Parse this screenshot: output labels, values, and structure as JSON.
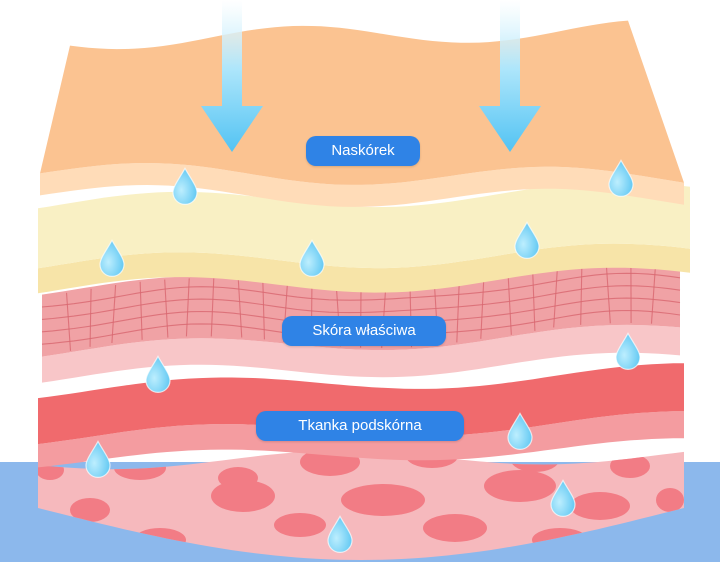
{
  "labels": {
    "epidermis": "Naskórek",
    "dermis": "Skóra właściwa",
    "subcutis": "Tkanka podskórna"
  },
  "icons": {
    "arrow": "down-arrow-icon",
    "drop": "water-drop-icon"
  },
  "colors": {
    "epidermis_top": "#fbc391",
    "epidermis_edge": "#ffdcb8",
    "cream_top": "#f9f0c4",
    "cream_edge": "#f7e4a8",
    "dermis_top": "#f0a2a5",
    "dermis_grid": "#d8676f",
    "dermis_edge": "#f8c6c8",
    "subcutis_top": "#f06a6d",
    "subcutis_edge": "#f49ca0",
    "fat_base": "#f6b9bd",
    "fat_cell": "#f27c85",
    "base": "#8cb8ec",
    "water": "#6ecff6",
    "label_bg": "#2f83e6"
  }
}
